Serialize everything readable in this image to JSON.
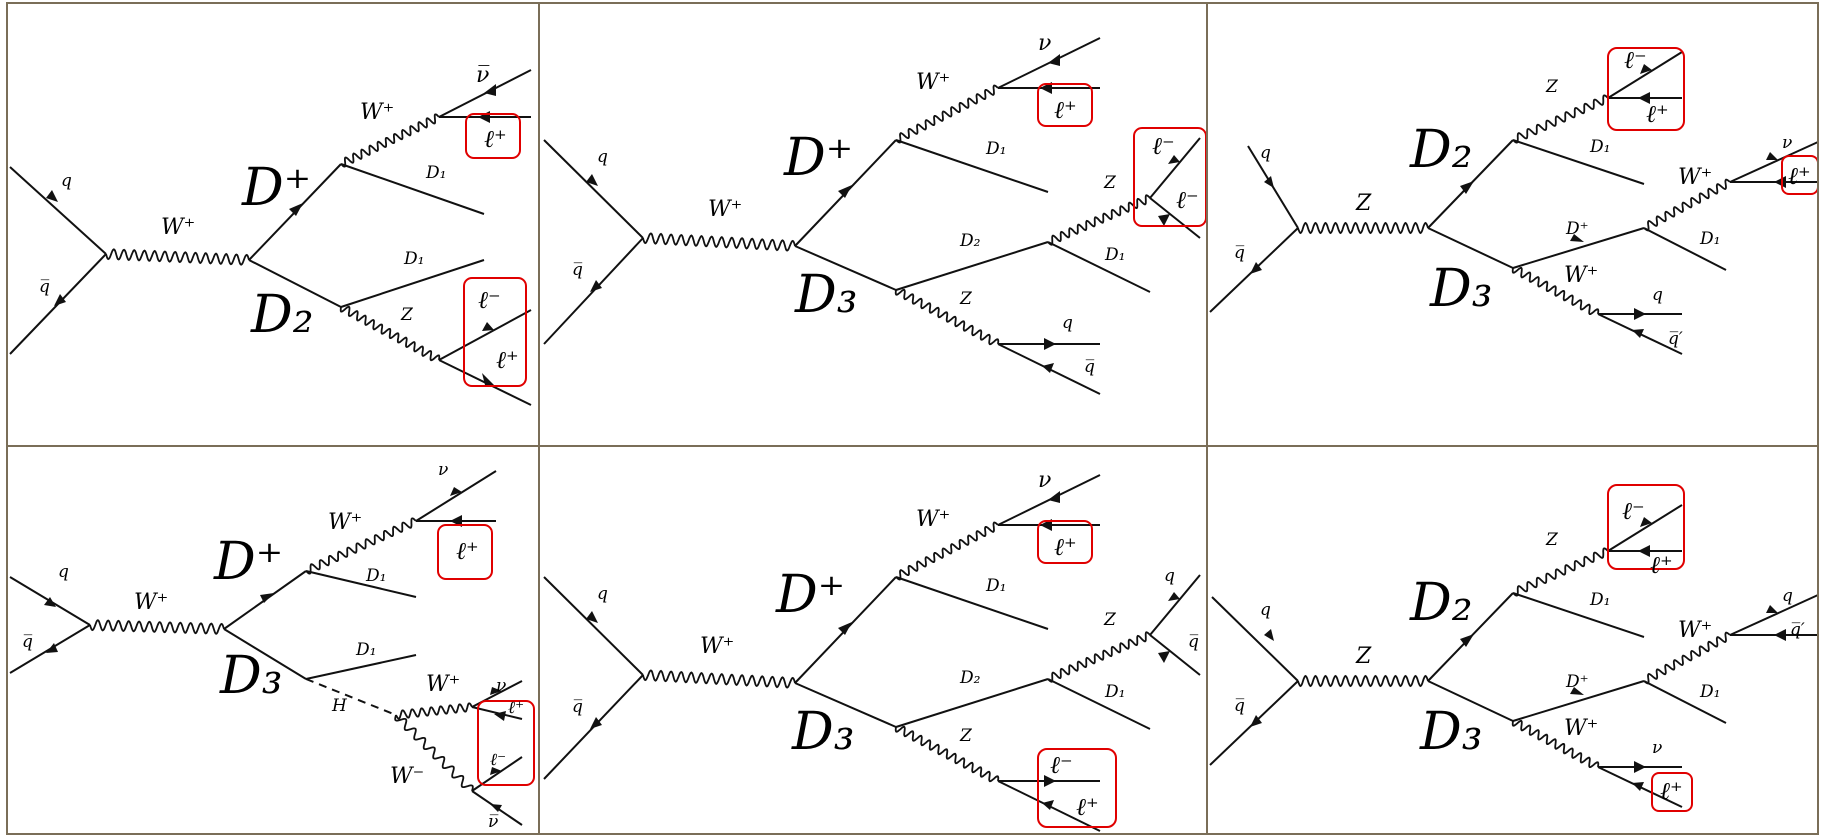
{
  "colors": {
    "border": "#7a6e58",
    "highlight": "#e00000",
    "line": "#111111"
  },
  "panels": [
    {
      "labels": {
        "q": "q",
        "qbar": "q̅",
        "prop": "W⁺",
        "heavy1": "D⁺",
        "heavy2": "D₂",
        "boson1": "W⁺",
        "nu": "ν̅",
        "lep1": "ℓ⁺",
        "d1a": "D₁",
        "d1b": "D₁",
        "boson2": "Z",
        "lep2": "ℓ⁻",
        "lep3": "ℓ⁺"
      }
    },
    {
      "labels": {
        "q": "q",
        "qbar": "q̅",
        "prop": "W⁺",
        "heavy1": "D⁺",
        "heavy2": "D₃",
        "boson1": "W⁺",
        "nu": "ν",
        "lep1": "ℓ⁺",
        "d1a": "D₁",
        "d2": "D₂",
        "boson2": "Z",
        "lep2": "ℓ⁻",
        "lep3": "ℓ⁻",
        "d1b": "D₁",
        "boson3": "Z",
        "q2": "q",
        "qbar2": "q̅"
      }
    },
    {
      "labels": {
        "q": "q",
        "qbar": "q̅",
        "prop": "Z",
        "heavy1": "D₂",
        "heavy2": "D₃",
        "boson1": "Z",
        "lep1": "ℓ⁻",
        "lep2": "ℓ⁺",
        "d1a": "D₁",
        "dplus": "D⁺",
        "boson2": "W⁺",
        "nu": "ν",
        "lep3": "ℓ⁺",
        "d1b": "D₁",
        "boson3": "W⁺",
        "q2": "q",
        "qbar2": "q̅′"
      }
    },
    {
      "labels": {
        "q": "q",
        "qbar": "q̅",
        "prop": "W⁺",
        "heavy1": "D⁺",
        "heavy2": "D₃",
        "boson1": "W⁺",
        "nu": "ν",
        "lep1": "ℓ⁺",
        "d1a": "D₁",
        "d1b": "D₁",
        "higgs": "H",
        "boson2": "W⁺",
        "nu2": "ν",
        "lep2": "ℓ⁺",
        "boson3": "W⁻",
        "lep3": "ℓ⁻",
        "nubar": "ν̅"
      }
    },
    {
      "labels": {
        "q": "q",
        "qbar": "q̅",
        "prop": "W⁺",
        "heavy1": "D⁺",
        "heavy2": "D₃",
        "boson1": "W⁺",
        "nu": "ν",
        "lep1": "ℓ⁺",
        "d1a": "D₁",
        "d2": "D₂",
        "boson2": "Z",
        "q2": "q",
        "qbar2": "q̅",
        "d1b": "D₁",
        "boson3": "Z",
        "lep2": "ℓ⁻",
        "lep3": "ℓ⁺"
      }
    },
    {
      "labels": {
        "q": "q",
        "qbar": "q̅",
        "prop": "Z",
        "heavy1": "D₂",
        "heavy2": "D₃",
        "boson1": "Z",
        "lep1": "ℓ⁻",
        "lep2": "ℓ⁺",
        "d1a": "D₁",
        "dplus": "D⁺",
        "boson2": "W⁺",
        "q2": "q",
        "qbar2": "q̅′",
        "d1b": "D₁",
        "boson3": "W⁺",
        "nu": "ν",
        "lep3": "ℓ⁺"
      }
    }
  ]
}
